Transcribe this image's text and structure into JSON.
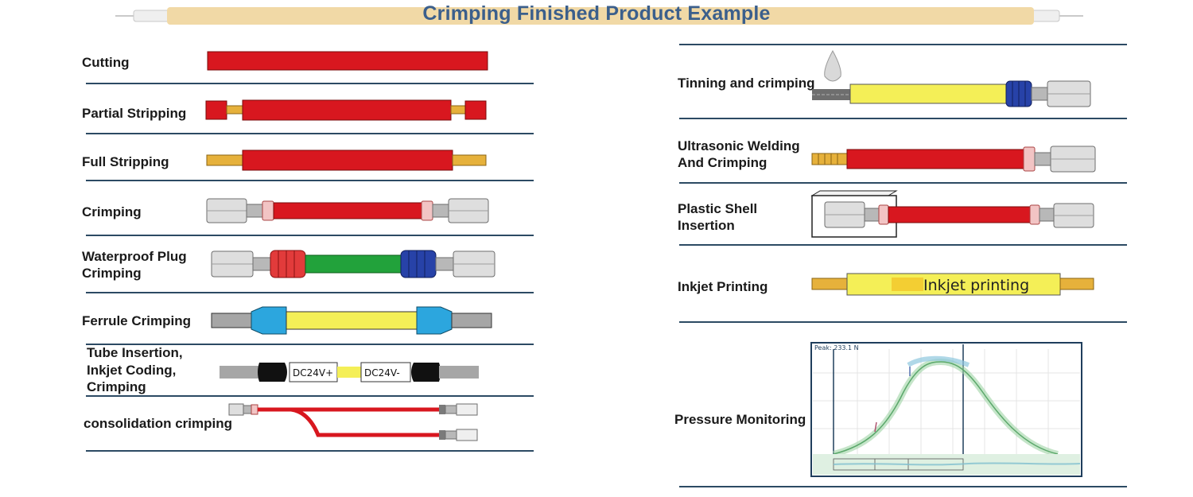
{
  "title": "Crimping Finished Product Example",
  "colors": {
    "title": "#3b5f8c",
    "rule": "#2c4a63",
    "wire_red": "#d8171f",
    "wire_green": "#22a23b",
    "wire_yellow": "#f4ef57",
    "copper": "#e6b13b",
    "terminal": "#d9d9d9",
    "blue_ferrule": "#2ca6de",
    "seal_red": "#e23b3b",
    "seal_blue": "#2742a8"
  },
  "left_items": [
    {
      "id": "cutting",
      "label": "Cutting"
    },
    {
      "id": "partial-stripping",
      "label": "Partial Stripping"
    },
    {
      "id": "full-stripping",
      "label": "Full Stripping"
    },
    {
      "id": "crimping",
      "label": "Crimping"
    },
    {
      "id": "waterproof",
      "label_line1": "Waterproof Plug",
      "label_line2": "Crimping"
    },
    {
      "id": "ferrule",
      "label": "Ferrule Crimping"
    },
    {
      "id": "tube",
      "label_line1": "Tube Insertion,",
      "label_line2": "Inkjet Coding,",
      "label_line3": "Crimping",
      "sleeve_left": "DC24V+",
      "sleeve_right": "DC24V-"
    },
    {
      "id": "consolidation",
      "label": "consolidation crimping"
    }
  ],
  "right_items": [
    {
      "id": "tinning",
      "label": "Tinning and crimping"
    },
    {
      "id": "ultrasonic",
      "label_line1": "Ultrasonic Welding",
      "label_line2": "And Crimping"
    },
    {
      "id": "plastic-shell",
      "label_line1": "Plastic Shell",
      "label_line2": "Insertion"
    },
    {
      "id": "inkjet",
      "label": "Inkjet Printing",
      "print_text": "Inkjet printing"
    },
    {
      "id": "pressure",
      "label": "Pressure Monitoring",
      "peak_label": "Peak: 233.1 N"
    }
  ]
}
